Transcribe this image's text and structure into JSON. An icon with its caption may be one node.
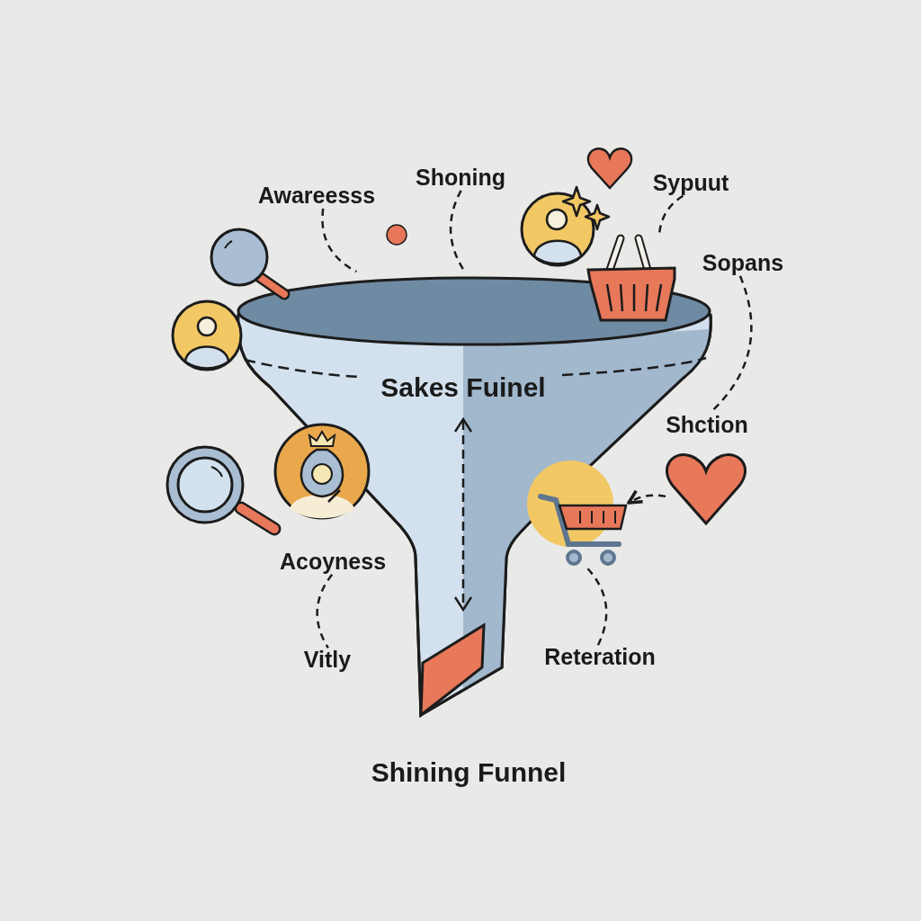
{
  "diagram": {
    "caption": "Shining Funnel",
    "nodes": [
      {
        "text": [
          "Sakes Fuinel"
        ]
      },
      {
        "text": [
          "Awareesss"
        ]
      },
      {
        "text": [
          "Shoning"
        ]
      },
      {
        "text": [
          "Sypuut"
        ]
      },
      {
        "text": [],
        "shape": "picture"
      },
      {
        "text": [
          "Sopans"
        ]
      },
      {
        "text": [
          "Shction"
        ]
      },
      {
        "text": [],
        "shape": "picture"
      },
      {
        "text": [],
        "shape": "picture"
      },
      {
        "text": [
          "Acoyness"
        ]
      },
      {
        "text": [
          "Vitly"
        ]
      },
      {
        "text": [
          "Reteration"
        ]
      }
    ],
    "edges": [
      {
        "from": 1,
        "to": 0,
        "arrow": "none",
        "style": "dashed"
      },
      {
        "from": 2,
        "to": 0,
        "arrow": "none",
        "style": "dashed"
      },
      {
        "from": 3,
        "to": 4,
        "arrow": "none",
        "style": "dashed"
      },
      {
        "from": 5,
        "to": 6,
        "arrow": "none",
        "style": "dashed"
      },
      {
        "from": 7,
        "to": 8,
        "arrow": "to",
        "style": "dashed"
      },
      {
        "from": 9,
        "to": 10,
        "arrow": "none",
        "style": "dashed"
      },
      {
        "from": 11,
        "to": 8,
        "arrow": "none",
        "style": "dashed"
      }
    ]
  }
}
